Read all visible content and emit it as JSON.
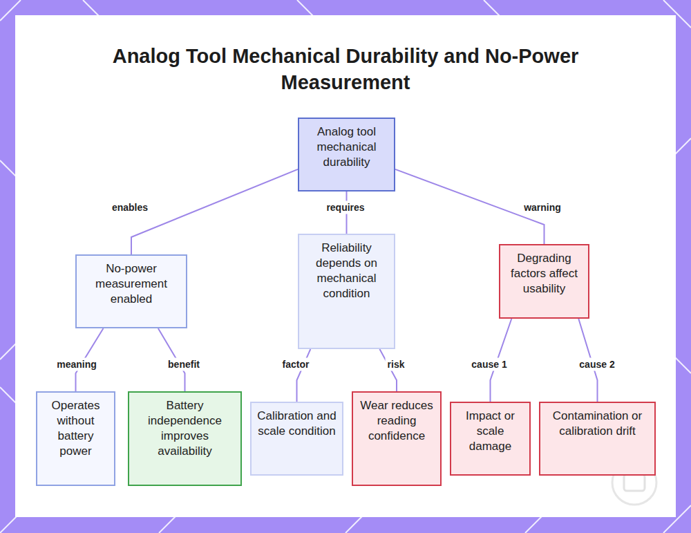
{
  "diagram": {
    "title": "Analog Tool Mechanical Durability and No-Power Measurement",
    "nodes": [
      {
        "text": [
          "Analog tool mechanical durability"
        ]
      },
      {
        "text": [
          "No-power measurement enabled"
        ]
      },
      {
        "text": [
          "Reliability depends on mechanical condition"
        ]
      },
      {
        "text": [
          "Degrading factors affect usability"
        ]
      },
      {
        "text": [
          "Operates without battery power"
        ]
      },
      {
        "text": [
          "Battery independence improves availability"
        ]
      },
      {
        "text": [
          "Calibration and scale condition"
        ]
      },
      {
        "text": [
          "Wear reduces reading confidence"
        ]
      },
      {
        "text": [
          "Impact or scale damage"
        ]
      },
      {
        "text": [
          "Contamination or calibration drift"
        ]
      }
    ],
    "edges": [
      {
        "from": 0,
        "to": 1,
        "label": "enables",
        "arrow": "none"
      },
      {
        "from": 0,
        "to": 2,
        "label": "requires",
        "arrow": "none"
      },
      {
        "from": 0,
        "to": 3,
        "label": "warning",
        "arrow": "none"
      },
      {
        "from": 1,
        "to": 4,
        "label": "meaning",
        "arrow": "none"
      },
      {
        "from": 1,
        "to": 5,
        "label": "benefit",
        "arrow": "none"
      },
      {
        "from": 2,
        "to": 6,
        "label": "factor",
        "arrow": "none"
      },
      {
        "from": 2,
        "to": 7,
        "label": "risk",
        "arrow": "none"
      },
      {
        "from": 3,
        "to": 8,
        "label": "cause 1",
        "arrow": "none"
      },
      {
        "from": 3,
        "to": 9,
        "label": "cause 2",
        "arrow": "none"
      }
    ]
  }
}
